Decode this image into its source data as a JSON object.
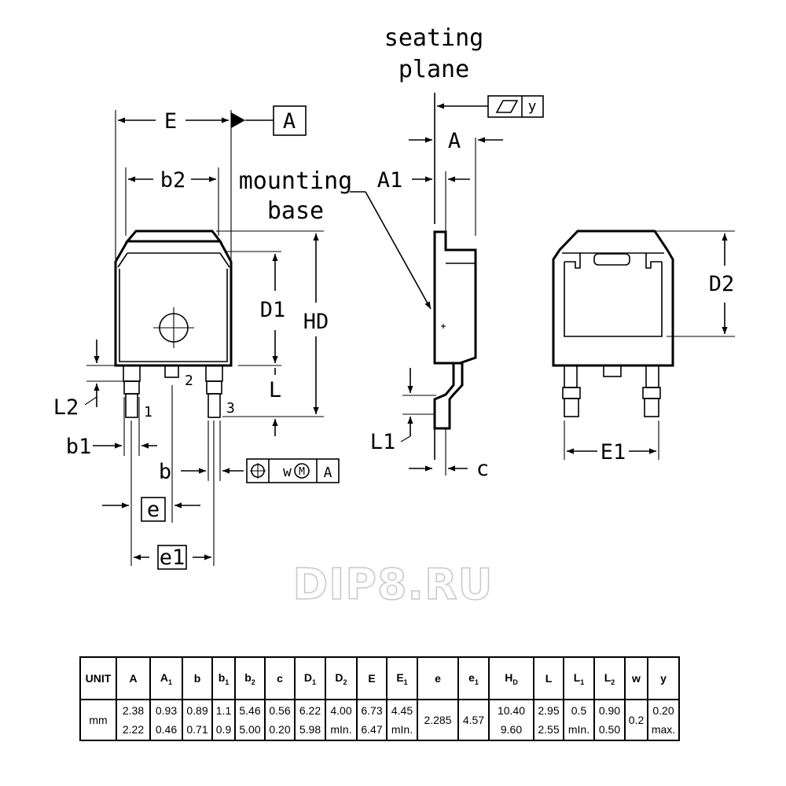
{
  "labels": {
    "seating_plane_1": "seating",
    "seating_plane_2": "plane",
    "mounting_base_1": "mounting",
    "mounting_base_2": "base",
    "E": "E",
    "A_ref": "A",
    "b2": "b2",
    "D1": "D1",
    "HD": "HD",
    "L": "L",
    "L2": "L2",
    "b1": "b1",
    "b": "b",
    "e": "e",
    "e1": "e1",
    "pin1": "1",
    "pin2": "2",
    "pin3": "3",
    "A": "A",
    "A1": "A1",
    "y": "y",
    "L1": "L1",
    "c": "c",
    "D2": "D2",
    "E1": "E1",
    "tol_w": "w",
    "tol_m": "M",
    "tol_a": "A"
  },
  "watermark": "DIP8.RU",
  "table": {
    "unit_label": "UNIT",
    "columns": [
      {
        "name": "A",
        "sub": ""
      },
      {
        "name": "A",
        "sub": "1"
      },
      {
        "name": "b",
        "sub": ""
      },
      {
        "name": "b",
        "sub": "1"
      },
      {
        "name": "b",
        "sub": "2"
      },
      {
        "name": "c",
        "sub": ""
      },
      {
        "name": "D",
        "sub": "1"
      },
      {
        "name": "D",
        "sub": "2"
      },
      {
        "name": "E",
        "sub": ""
      },
      {
        "name": "E",
        "sub": "1"
      },
      {
        "name": "e",
        "sub": ""
      },
      {
        "name": "e",
        "sub": "1"
      },
      {
        "name": "H",
        "sub": "D"
      },
      {
        "name": "L",
        "sub": ""
      },
      {
        "name": "L",
        "sub": "1"
      },
      {
        "name": "L",
        "sub": "2"
      },
      {
        "name": "w",
        "sub": ""
      },
      {
        "name": "y",
        "sub": ""
      }
    ],
    "row_unit": "mm",
    "values": [
      [
        "2.38",
        "2.22"
      ],
      [
        "0.93",
        "0.46"
      ],
      [
        "0.89",
        "0.71"
      ],
      [
        "1.1",
        "0.9"
      ],
      [
        "5.46",
        "5.00"
      ],
      [
        "0.56",
        "0.20"
      ],
      [
        "6.22",
        "5.98"
      ],
      [
        "4.00",
        "mIn."
      ],
      [
        "6.73",
        "6.47"
      ],
      [
        "4.45",
        "mIn."
      ],
      [
        "2.285"
      ],
      [
        "4.57"
      ],
      [
        "10.40",
        "9.60"
      ],
      [
        "2.95",
        "2.55"
      ],
      [
        "0.5",
        "mIn."
      ],
      [
        "0.90",
        "0.50"
      ],
      [
        "0.2"
      ],
      [
        "0.20",
        "max."
      ]
    ]
  }
}
